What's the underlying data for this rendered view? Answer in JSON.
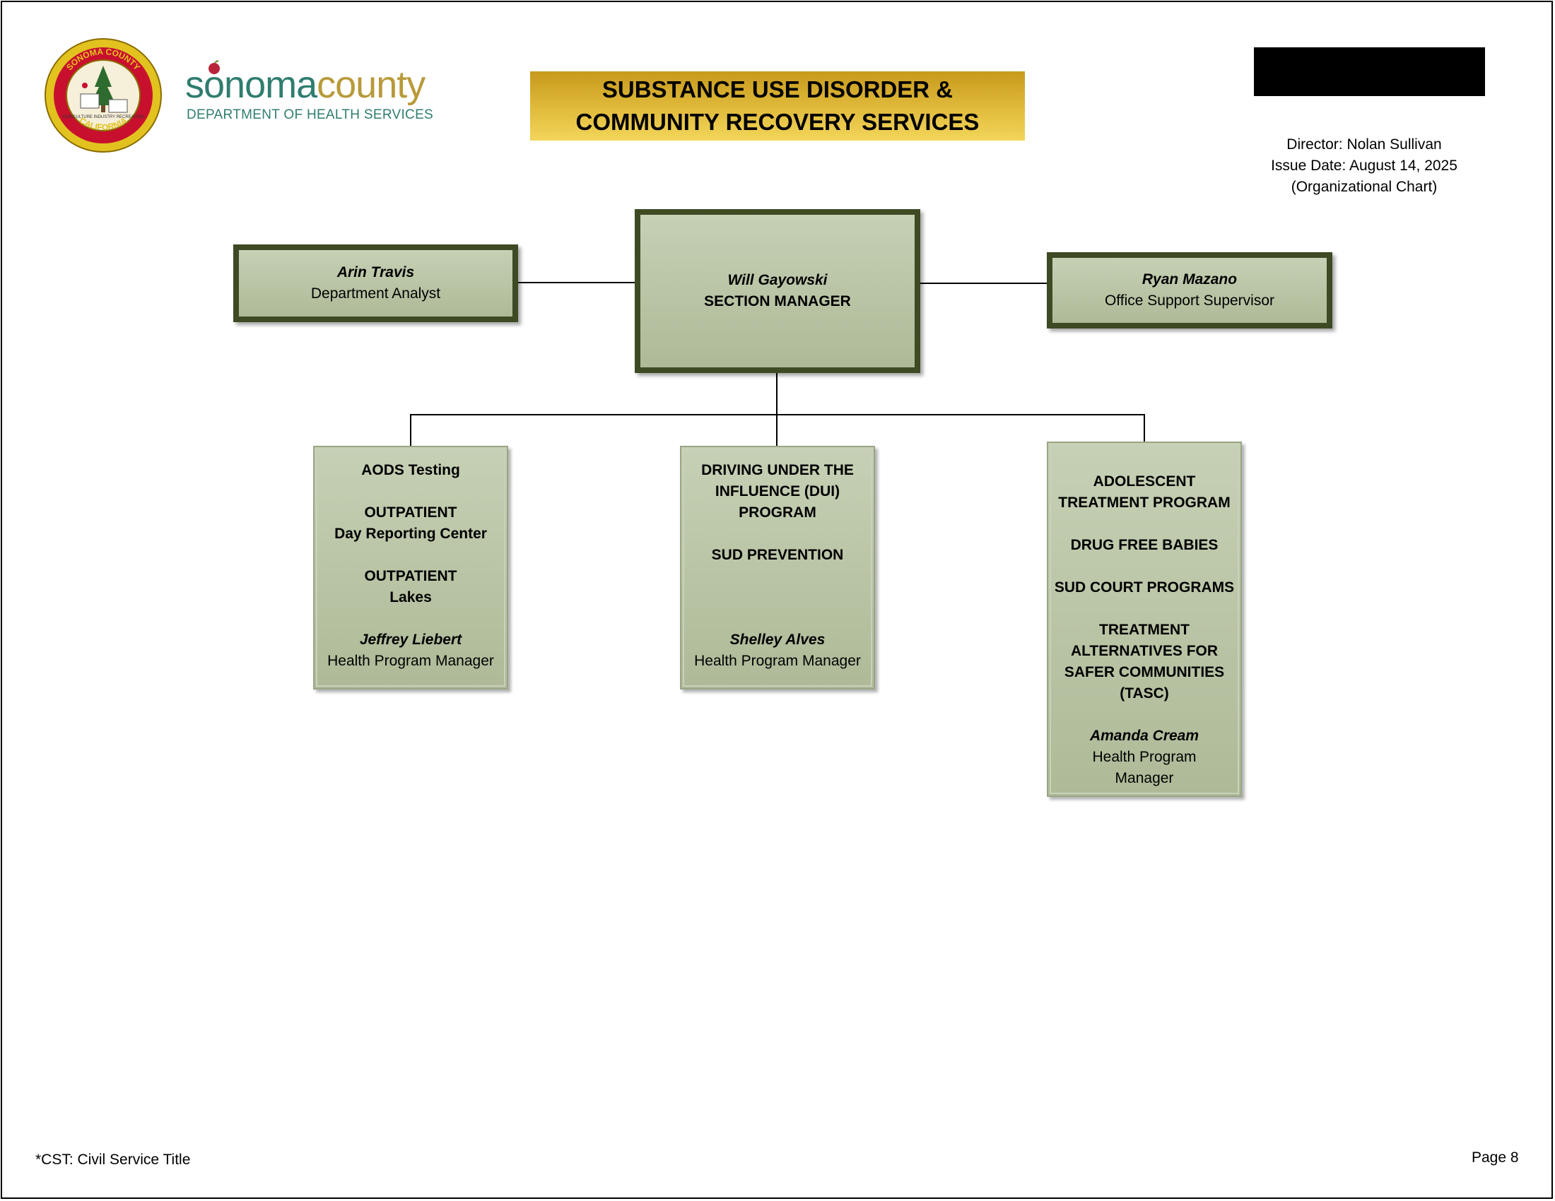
{
  "header": {
    "title_line1": "SUBSTANCE USE DISORDER &",
    "title_line2": "COMMUNITY RECOVERY SERVICES",
    "logo_word_s": "s",
    "logo_word_o": "o",
    "logo_word_rest": "noma",
    "logo_word_county": "county",
    "logo_sub": "DEPARTMENT OF HEALTH SERVICES",
    "seal_top": "SONOMA COUNTY",
    "seal_bottom": "CALIFORNIA",
    "seal_center": "AGRICULTURE INDUSTRY RECREATION"
  },
  "meta": {
    "director": "Director: Nolan Sullivan",
    "issue_date": "Issue Date: August 14, 2025",
    "chart_type": "(Organizational Chart)"
  },
  "boxes": {
    "analyst": {
      "name": "Arin Travis",
      "title": "Department Analyst"
    },
    "manager": {
      "name": "Will Gayowski",
      "title": "SECTION MANAGER"
    },
    "office": {
      "name": "Ryan Mazano",
      "title": "Office Support Supervisor"
    },
    "left": {
      "p1": "AODS Testing",
      "p2a": "OUTPATIENT",
      "p2b": "Day Reporting Center",
      "p3a": "OUTPATIENT",
      "p3b": "Lakes",
      "name": "Jeffrey Liebert",
      "title": "Health Program Manager"
    },
    "center": {
      "p1a": "DRIVING UNDER THE",
      "p1b": "INFLUENCE (DUI)",
      "p1c": "PROGRAM",
      "p2": "SUD PREVENTION",
      "name": "Shelley Alves",
      "title": "Health Program Manager"
    },
    "right": {
      "p1a": "ADOLESCENT",
      "p1b": "TREATMENT PROGRAM",
      "p2": "DRUG FREE BABIES",
      "p3": "SUD COURT PROGRAMS",
      "p4a": "TREATMENT",
      "p4b": "ALTERNATIVES FOR",
      "p4c": "SAFER COMMUNITIES",
      "p4d": "(TASC)",
      "name": "Amanda Cream",
      "title_a": "Health Program",
      "title_b": "Manager"
    }
  },
  "footer": {
    "note": "*CST: Civil Service Title",
    "page": "Page 8"
  },
  "colors": {
    "box_border": "#3d4a23",
    "box_fill": "#c6d0b5",
    "banner_gold": "#e1bb3c",
    "logo_teal": "#2f7d6f",
    "logo_gold": "#b89a3a"
  }
}
